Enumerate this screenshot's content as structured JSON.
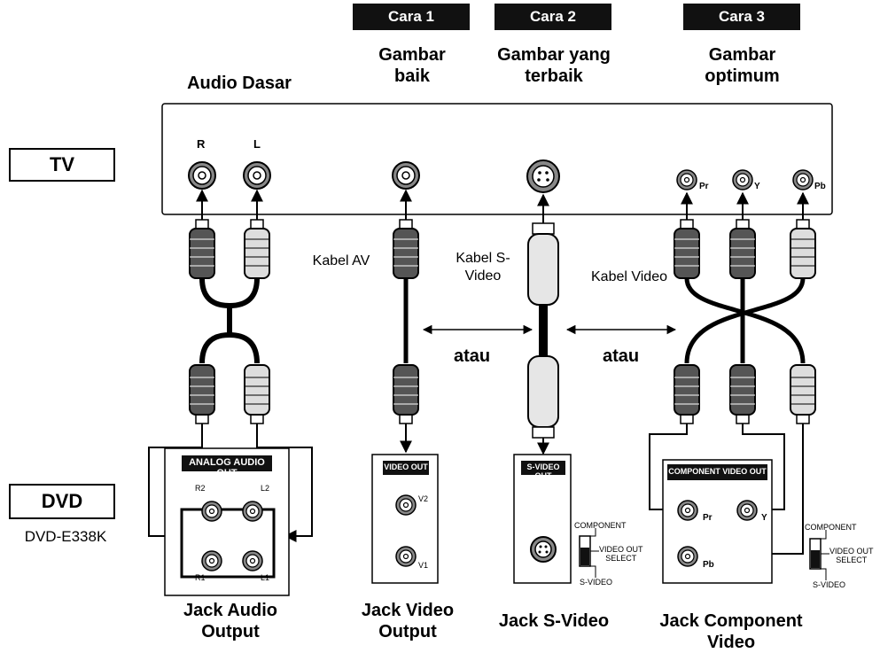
{
  "headers": {
    "cara1": "Cara 1",
    "cara2": "Cara 2",
    "cara3": "Cara 3",
    "audio_dasar": "Audio Dasar",
    "gambar_baik": "Gambar\nbaik",
    "gambar_terbaik": "Gambar yang\nterbaik",
    "gambar_optimum": "Gambar\noptimum"
  },
  "devices": {
    "tv": "TV",
    "dvd": "DVD",
    "dvd_model": "DVD-E338K"
  },
  "tv_jacks": {
    "r": "R",
    "l": "L",
    "pr": "Pr",
    "y": "Y",
    "pb": "Pb"
  },
  "cables": {
    "av": "Kabel AV",
    "svideo": "Kabel S-\nVideo",
    "video": "Kabel Video",
    "atau1": "atau",
    "atau2": "atau"
  },
  "panels": {
    "analog": {
      "title": "ANALOG AUDIO OUT",
      "r2": "R2",
      "l2": "L2",
      "r1": "R1",
      "l1": "L1"
    },
    "video": {
      "title": "VIDEO OUT",
      "v2": "V2",
      "v1": "V1"
    },
    "svideo": {
      "title": "S-VIDEO OUT",
      "component": "COMPONENT",
      "select": "VIDEO OUT\nSELECT",
      "svideo": "S-VIDEO"
    },
    "component": {
      "title": "COMPONENT VIDEO OUT",
      "pr": "Pr",
      "y": "Y",
      "pb": "Pb",
      "component": "COMPONENT",
      "select": "VIDEO OUT\nSELECT",
      "svideo": "S-VIDEO"
    }
  },
  "footers": {
    "audio": "Jack Audio\nOutput",
    "video": "Jack Video\nOutput",
    "svideo": "Jack S-Video",
    "component": "Jack Component\nVideo"
  }
}
